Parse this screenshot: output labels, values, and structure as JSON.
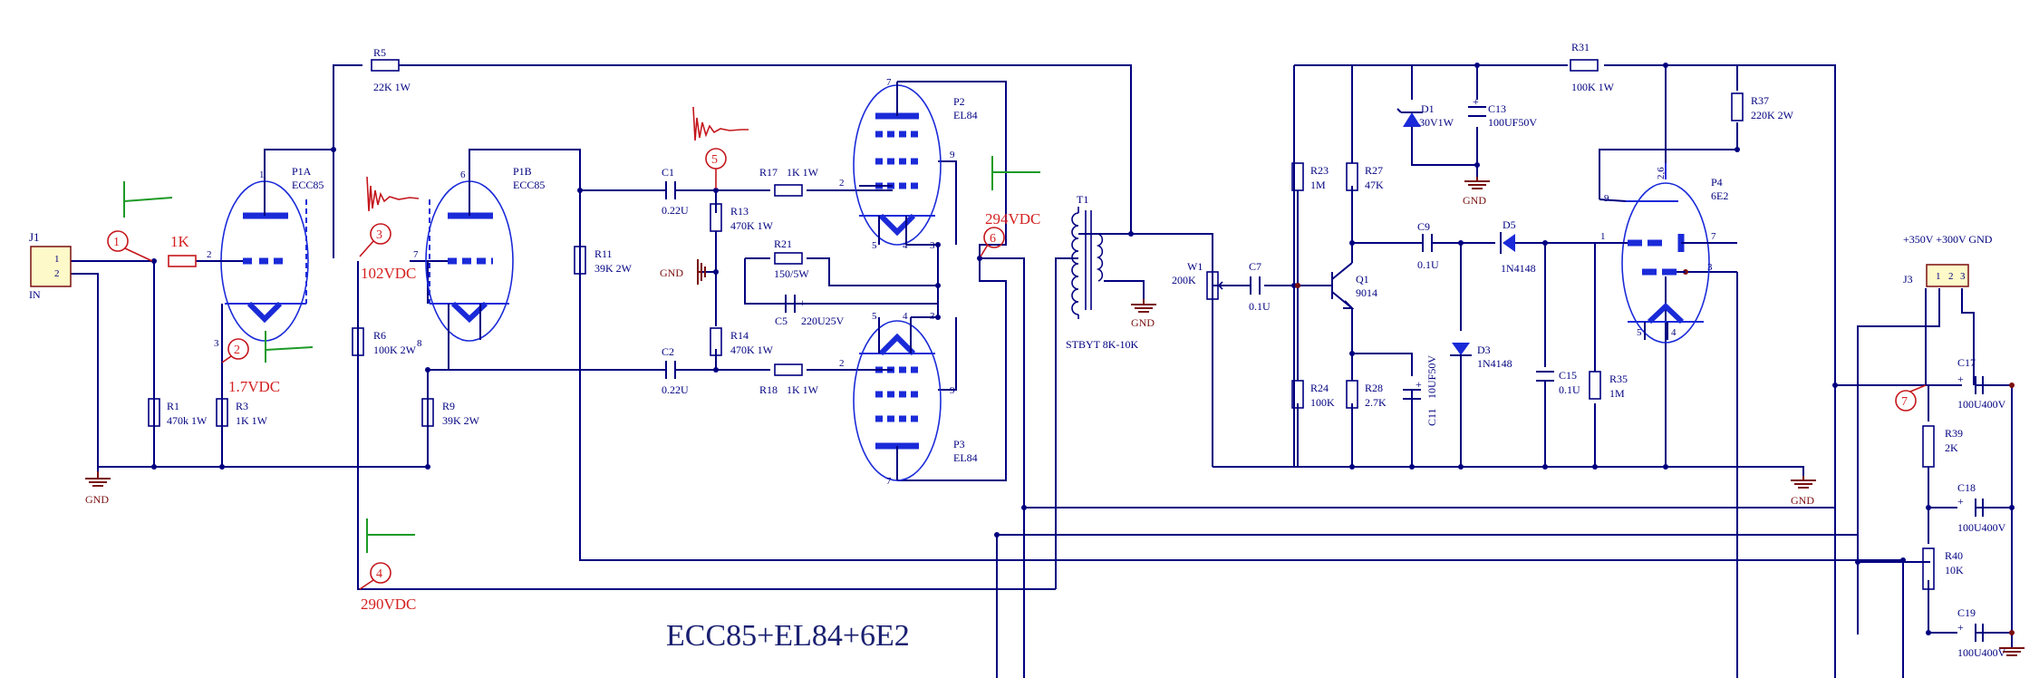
{
  "title": "ECC85+EL84+6E2",
  "components": {
    "J1": {
      "ref": "J1",
      "pin1": "1",
      "pin2": "2",
      "note": "IN"
    },
    "R1": {
      "ref": "R1",
      "value": "470k 1W"
    },
    "R2": {
      "value": "1K"
    },
    "R3": {
      "ref": "R3",
      "value": "1K 1W"
    },
    "R5": {
      "ref": "R5",
      "value": "22K 1W"
    },
    "R6": {
      "ref": "R6",
      "value": "100K 2W"
    },
    "R9": {
      "ref": "R9",
      "value": "39K 2W"
    },
    "R11": {
      "ref": "R11",
      "value": "39K 2W"
    },
    "R13": {
      "ref": "R13",
      "value": "470K 1W"
    },
    "R14": {
      "ref": "R14",
      "value": "470K 1W"
    },
    "R17": {
      "ref": "R17",
      "value": "1K 1W"
    },
    "R18": {
      "ref": "R18",
      "value": "1K 1W"
    },
    "R21": {
      "ref": "R21",
      "value": "150/5W"
    },
    "R23": {
      "ref": "R23",
      "value": "1M"
    },
    "R24": {
      "ref": "R24",
      "value": "100K"
    },
    "R27": {
      "ref": "R27",
      "value": "47K"
    },
    "R28": {
      "ref": "R28",
      "value": "2.7K"
    },
    "R31": {
      "ref": "R31",
      "value": "100K 1W"
    },
    "R35": {
      "ref": "R35",
      "value": "1M"
    },
    "R37": {
      "ref": "R37",
      "value": "220K 2W"
    },
    "R39": {
      "ref": "R39",
      "value": "2K"
    },
    "R40": {
      "ref": "R40",
      "value": "10K"
    },
    "C1": {
      "ref": "C1",
      "value": "0.22U"
    },
    "C2": {
      "ref": "C2",
      "value": "0.22U"
    },
    "C5": {
      "ref": "C5",
      "value": "220U25V"
    },
    "C7": {
      "ref": "C7",
      "value": "0.1U"
    },
    "C9": {
      "ref": "C9",
      "value": "0.1U"
    },
    "C11": {
      "ref": "C11",
      "value": "10UF50V"
    },
    "C13": {
      "ref": "C13",
      "value": "100UF50V"
    },
    "C15": {
      "ref": "C15",
      "value": "0.1U"
    },
    "C17": {
      "ref": "C17",
      "value": "100U400V"
    },
    "C18": {
      "ref": "C18",
      "value": "100U400V"
    },
    "C19": {
      "ref": "C19",
      "value": "100U400V"
    },
    "D1": {
      "ref": "D1",
      "value": "30V1W"
    },
    "D3": {
      "ref": "D3",
      "value": "1N4148"
    },
    "D5": {
      "ref": "D5",
      "value": "1N4148"
    },
    "Q1": {
      "ref": "Q1",
      "value": "9014"
    },
    "W1": {
      "ref": "W1",
      "value": "200K"
    },
    "T1": {
      "ref": "T1",
      "value": "STBYT  8K-10K"
    },
    "P1A": {
      "ref": "P1A",
      "value": "ECC85"
    },
    "P1B": {
      "ref": "P1B",
      "value": "ECC85"
    },
    "P2": {
      "ref": "P2",
      "value": "EL84"
    },
    "P3": {
      "ref": "P3",
      "value": "EL84"
    },
    "P4": {
      "ref": "P4",
      "value": "6E2"
    },
    "J3": {
      "ref": "J3",
      "value": "+350V +300V GND",
      "pins": [
        "1",
        "2",
        "3"
      ]
    }
  },
  "ground_label": "GND",
  "test_points": [
    {
      "num": "1"
    },
    {
      "num": "2",
      "voltage": "1.7VDC"
    },
    {
      "num": "3",
      "voltage": "102VDC"
    },
    {
      "num": "4",
      "voltage": "290VDC"
    },
    {
      "num": "5"
    },
    {
      "num": "6",
      "voltage": "294VDC"
    },
    {
      "num": "7"
    }
  ],
  "pins": {
    "p1a": [
      "1",
      "2",
      "3"
    ],
    "p1b": [
      "6",
      "7",
      "8"
    ],
    "p2": [
      "7",
      "9",
      "2",
      "5",
      "4",
      "3"
    ],
    "p3": [
      "5",
      "4",
      "3",
      "2",
      "9",
      "7"
    ],
    "p4": [
      "2,6",
      "9",
      "1",
      "7",
      "3",
      "5",
      "4"
    ]
  },
  "colors": {
    "wire": "#000080",
    "tube": "#1a2ad8",
    "annotation": "#d42020",
    "ground": "#7a0f0f",
    "waveform": "#1c9a26"
  }
}
